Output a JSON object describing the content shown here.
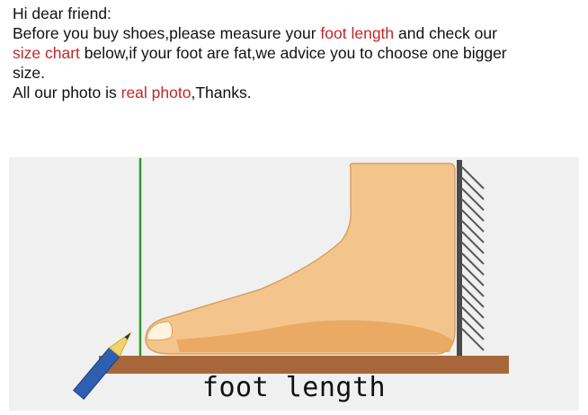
{
  "intro": {
    "greeting": "Hi dear friend:",
    "line1_a": "Before you buy shoes,please measure your ",
    "line1_highlight": "foot length",
    "line1_b": " and check our",
    "line2_highlight": "size chart",
    "line2_b": " below,if your foot are fat,we advice you to choose one bigger",
    "line3": "size.",
    "line4_a": "All our photo is ",
    "line4_highlight": "real photo",
    "line4_b": ",Thanks."
  },
  "diagram": {
    "caption": "foot length",
    "icons": [
      "pencil-icon",
      "foot-icon",
      "wall-icon",
      "measuring-line-icon"
    ]
  },
  "colors": {
    "highlight": "#c0282a",
    "panel_bg": "#f0f0f0",
    "floor": "#a8673a",
    "foot": "#f3c58c",
    "foot_shadow": "#e8a45c",
    "measure_line": "#2d9a2d",
    "pencil": "#2f5fb0"
  }
}
